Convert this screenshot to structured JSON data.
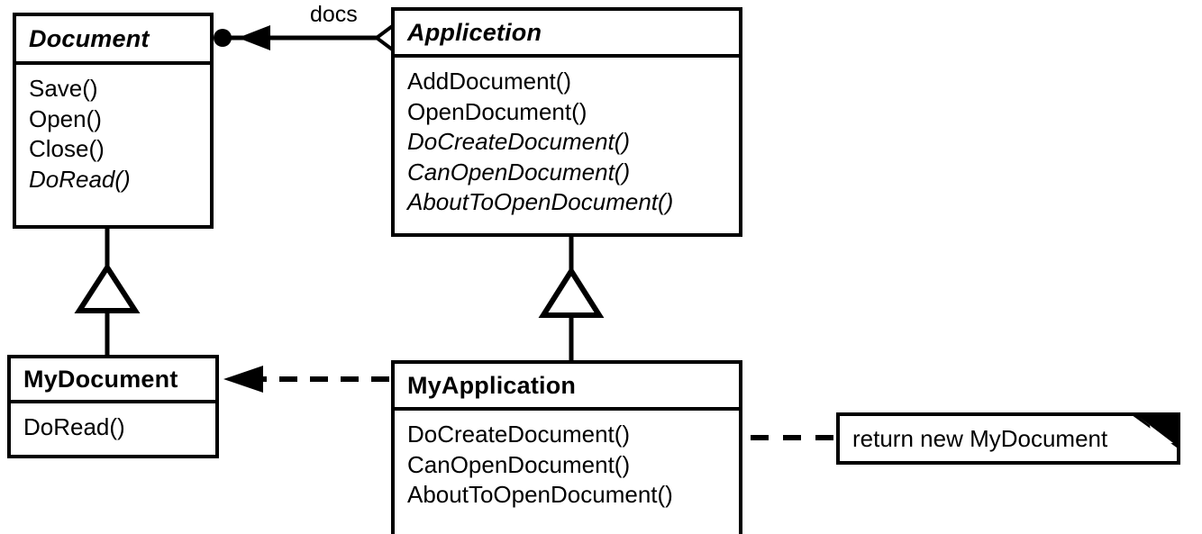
{
  "diagram": {
    "kind": "uml-class-diagram",
    "title": "Factory Method / Document-Application structure",
    "background_color": "#ffffff",
    "line_color": "#000000"
  },
  "classes": [
    {
      "id": "document",
      "name": "Document",
      "abstract": true,
      "operations": [
        {
          "label": "Save()",
          "abstract": false
        },
        {
          "label": "Open()",
          "abstract": false
        },
        {
          "label": "Close()",
          "abstract": false
        },
        {
          "label": "DoRead()",
          "abstract": true
        }
      ]
    },
    {
      "id": "application",
      "name": "Applicetion",
      "abstract": true,
      "operations": [
        {
          "label": "AddDocument()",
          "abstract": false
        },
        {
          "label": "OpenDocument()",
          "abstract": false
        },
        {
          "label": "DoCreateDocument()",
          "abstract": true
        },
        {
          "label": "CanOpenDocument()",
          "abstract": true
        },
        {
          "label": "AboutToOpenDocument()",
          "abstract": true
        }
      ]
    },
    {
      "id": "mydocument",
      "name": "MyDocument",
      "abstract": false,
      "operations": [
        {
          "label": "DoRead()",
          "abstract": false
        }
      ]
    },
    {
      "id": "myapplication",
      "name": "MyApplication",
      "abstract": false,
      "operations": [
        {
          "label": "DoCreateDocument()",
          "abstract": false
        },
        {
          "label": "CanOpenDocument()",
          "abstract": false
        },
        {
          "label": "AboutToOpenDocument()",
          "abstract": false
        }
      ]
    }
  ],
  "relationships": [
    {
      "id": "docs-aggregation",
      "type": "aggregation",
      "from": "application",
      "to": "document",
      "label": "docs",
      "source_decoration": "hollow-diamond",
      "target_decoration": "filled-ball-arrow"
    },
    {
      "id": "mydocument-inherits-document",
      "type": "generalization",
      "from": "mydocument",
      "to": "document",
      "label": "",
      "target_decoration": "hollow-triangle"
    },
    {
      "id": "myapplication-inherits-application",
      "type": "generalization",
      "from": "myapplication",
      "to": "application",
      "label": "",
      "target_decoration": "hollow-triangle"
    },
    {
      "id": "myapplication-creates-mydocument",
      "type": "dependency",
      "from": "myapplication",
      "to": "mydocument",
      "label": "",
      "style": "dashed",
      "target_decoration": "filled-arrow"
    },
    {
      "id": "note-anchor",
      "type": "note-link",
      "from": "note",
      "to": "myapplication.DoCreateDocument()",
      "label": "",
      "style": "dashed",
      "source_decoration": "hollow-ball"
    }
  ],
  "note": {
    "id": "note-docreate",
    "text": "return new MyDocument",
    "folded_corner": true
  }
}
